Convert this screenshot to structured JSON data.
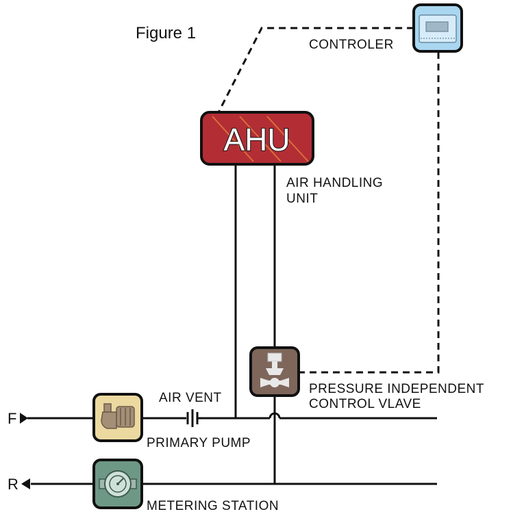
{
  "figure_title": "Figure 1",
  "labels": {
    "controller": "CONTROLER",
    "ahu_box": "AHU",
    "ahu_line1": "AIR HANDLING",
    "ahu_line2": "UNIT",
    "valve_line1": "PRESSURE INDEPENDENT",
    "valve_line2": "CONTROL VLAVE",
    "air_vent": "AIR VENT",
    "primary_pump": "PRIMARY PUMP",
    "metering_station": "METERING STATION",
    "flow": "F",
    "return": "R"
  },
  "colors": {
    "ahu": "#b32d35",
    "controller": "#a9d6f0",
    "pump": "#ebd9a0",
    "valve": "#7e665a",
    "meter": "#6e9886",
    "line": "#111111"
  },
  "icons": {
    "controller": "controller-icon",
    "pump": "pump-icon",
    "valve": "valve-icon",
    "meter": "meter-icon",
    "air_vent": "air-vent-icon"
  }
}
